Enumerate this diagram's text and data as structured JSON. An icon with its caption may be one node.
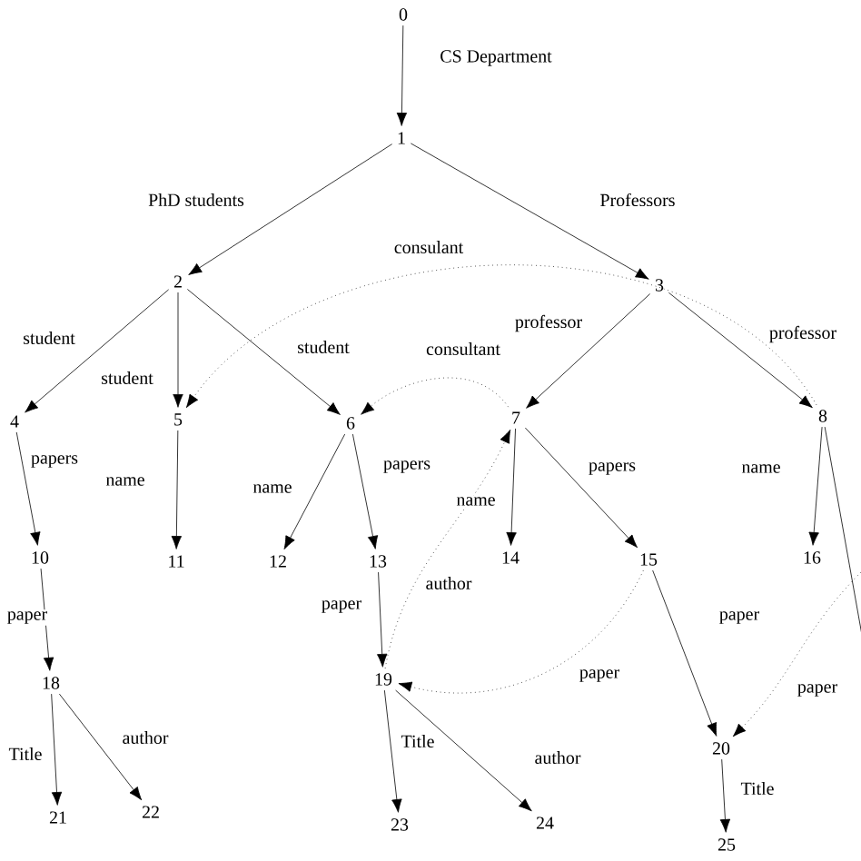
{
  "diagram": {
    "nodes": [
      {
        "text": [
          "0"
        ]
      },
      {
        "text": [
          "1"
        ]
      },
      {
        "text": [
          "2"
        ]
      },
      {
        "text": [
          "3"
        ]
      },
      {
        "text": [
          "4"
        ]
      },
      {
        "text": [
          "5"
        ]
      },
      {
        "text": [
          "6"
        ]
      },
      {
        "text": [
          "7"
        ]
      },
      {
        "text": [
          "8"
        ]
      },
      {
        "text": [
          "10"
        ]
      },
      {
        "text": [
          "11"
        ]
      },
      {
        "text": [
          "12"
        ]
      },
      {
        "text": [
          "13"
        ]
      },
      {
        "text": [
          "14"
        ]
      },
      {
        "text": [
          "15"
        ]
      },
      {
        "text": [
          "16"
        ]
      },
      {
        "text": [
          "18"
        ]
      },
      {
        "text": [
          "19"
        ]
      },
      {
        "text": [
          "20"
        ]
      },
      {
        "text": [
          "21"
        ]
      },
      {
        "text": [
          "22"
        ]
      },
      {
        "text": [
          "23"
        ]
      },
      {
        "text": [
          "24"
        ]
      },
      {
        "text": [
          "25"
        ]
      }
    ],
    "edges": [
      {
        "from": 0,
        "to": 1,
        "arrow": "to",
        "label": "CS Department"
      },
      {
        "from": 1,
        "to": 2,
        "arrow": "to",
        "label": "PhD students"
      },
      {
        "from": 1,
        "to": 3,
        "arrow": "to",
        "label": "Professors"
      },
      {
        "from": 2,
        "to": 4,
        "arrow": "to",
        "label": "student"
      },
      {
        "from": 2,
        "to": 5,
        "arrow": "to",
        "label": "student"
      },
      {
        "from": 2,
        "to": 6,
        "arrow": "to",
        "label": "student"
      },
      {
        "from": 8,
        "to": 5,
        "arrow": "to",
        "label": "consulant",
        "style": "dashed"
      },
      {
        "from": 7,
        "to": 6,
        "arrow": "to",
        "label": "consultant",
        "style": "dashed"
      },
      {
        "from": 3,
        "to": 7,
        "arrow": "to",
        "label": "professor"
      },
      {
        "from": 3,
        "to": 8,
        "arrow": "to",
        "label": "professor"
      },
      {
        "from": 4,
        "to": 9,
        "arrow": "to",
        "label": "papers"
      },
      {
        "from": 5,
        "to": 10,
        "arrow": "to",
        "label": "name"
      },
      {
        "from": 6,
        "to": 11,
        "arrow": "to",
        "label": "name"
      },
      {
        "from": 6,
        "to": 12,
        "arrow": "to",
        "label": "papers"
      },
      {
        "from": 7,
        "to": 13,
        "arrow": "to",
        "label": "name"
      },
      {
        "from": 7,
        "to": 14,
        "arrow": "to",
        "label": "papers"
      },
      {
        "from": 8,
        "to": 15,
        "arrow": "to",
        "label": "name"
      },
      {
        "from": 8,
        "to": null,
        "arrow": "none"
      },
      {
        "from": 17,
        "to": 7,
        "arrow": "to",
        "label": "author",
        "style": "dashed"
      },
      {
        "from": 9,
        "to": 16,
        "arrow": "to",
        "label": "paper"
      },
      {
        "from": 12,
        "to": 17,
        "arrow": "to",
        "label": "paper"
      },
      {
        "from": 14,
        "to": 17,
        "arrow": "to",
        "label": "paper",
        "style": "dashed"
      },
      {
        "from": 14,
        "to": 18,
        "arrow": "to",
        "label": "paper"
      },
      {
        "from": null,
        "to": 18,
        "arrow": "to",
        "label": "paper",
        "style": "dashed"
      },
      {
        "from": 16,
        "to": 19,
        "arrow": "to",
        "label": "Title"
      },
      {
        "from": 16,
        "to": 20,
        "arrow": "to",
        "label": "author"
      },
      {
        "from": 17,
        "to": 21,
        "arrow": "to",
        "label": "Title"
      },
      {
        "from": 17,
        "to": 22,
        "arrow": "to",
        "label": "author"
      },
      {
        "from": 18,
        "to": 23,
        "arrow": "to",
        "label": "Title"
      }
    ]
  }
}
